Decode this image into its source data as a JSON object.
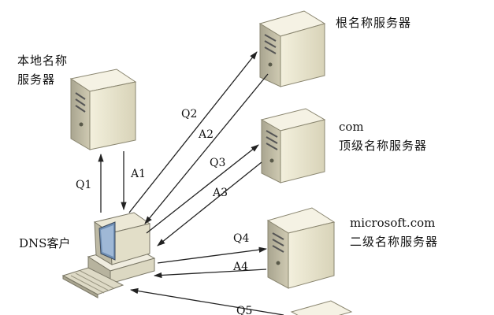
{
  "nodes": {
    "local_dns": {
      "line1": "本地名称",
      "line2": "服务器"
    },
    "root_dns": {
      "label": "根名称服务器"
    },
    "tld_dns": {
      "line1": "com",
      "line2": "顶级名称服务器"
    },
    "second_level_dns": {
      "line1": "microsoft.com",
      "line2": "二级名称服务器"
    },
    "client": {
      "label": "DNS客户"
    }
  },
  "messages": {
    "q1": "Q1",
    "a1": "A1",
    "q2": "Q2",
    "a2": "A2",
    "q3": "Q3",
    "a3": "A3",
    "q4": "Q4",
    "a4": "A4",
    "q5": "Q5"
  },
  "colors": {
    "server_front": "#e8e4cf",
    "server_side": "#b9b5a0",
    "server_top": "#f4f1e2",
    "arrow": "#222222"
  }
}
